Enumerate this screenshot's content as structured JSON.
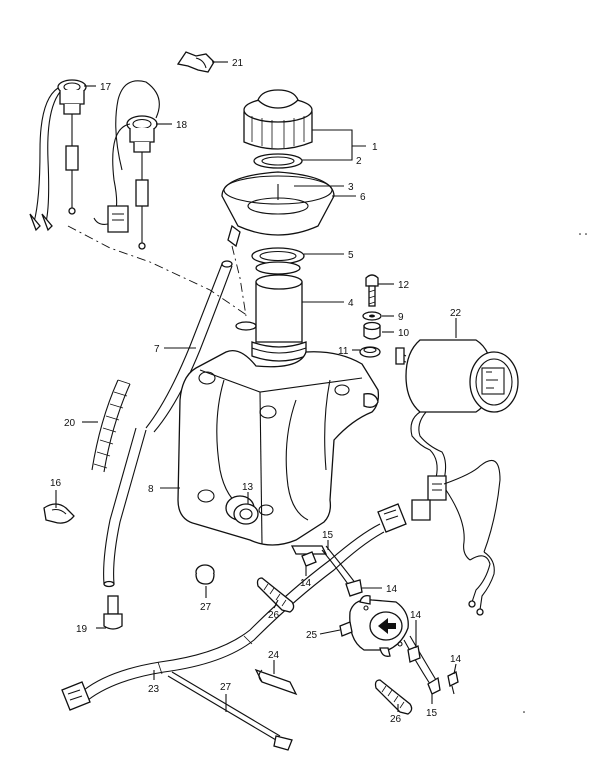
{
  "diagram": {
    "callouts": [
      {
        "id": "c1",
        "text": "1"
      },
      {
        "id": "c2",
        "text": "2"
      },
      {
        "id": "c3",
        "text": "3"
      },
      {
        "id": "c4",
        "text": "4"
      },
      {
        "id": "c5",
        "text": "5"
      },
      {
        "id": "c6",
        "text": "6"
      },
      {
        "id": "c7",
        "text": "7"
      },
      {
        "id": "c8",
        "text": "8"
      },
      {
        "id": "c9",
        "text": "9"
      },
      {
        "id": "c10",
        "text": "10"
      },
      {
        "id": "c11",
        "text": "11"
      },
      {
        "id": "c12",
        "text": "12"
      },
      {
        "id": "c13",
        "text": "13"
      },
      {
        "id": "c14a",
        "text": "14"
      },
      {
        "id": "c14b",
        "text": "14"
      },
      {
        "id": "c14c",
        "text": "14"
      },
      {
        "id": "c14d",
        "text": "14"
      },
      {
        "id": "c15a",
        "text": "15"
      },
      {
        "id": "c15b",
        "text": "15"
      },
      {
        "id": "c16",
        "text": "16"
      },
      {
        "id": "c17",
        "text": "17"
      },
      {
        "id": "c18",
        "text": "18"
      },
      {
        "id": "c19",
        "text": "19"
      },
      {
        "id": "c20",
        "text": "20"
      },
      {
        "id": "c21",
        "text": "21"
      },
      {
        "id": "c22",
        "text": "22"
      },
      {
        "id": "c23",
        "text": "23"
      },
      {
        "id": "c24",
        "text": "24"
      },
      {
        "id": "c25",
        "text": "25"
      },
      {
        "id": "c26a",
        "text": "26"
      },
      {
        "id": "c26b",
        "text": "26"
      },
      {
        "id": "c27a",
        "text": "27"
      },
      {
        "id": "c27b",
        "text": "27"
      }
    ]
  }
}
